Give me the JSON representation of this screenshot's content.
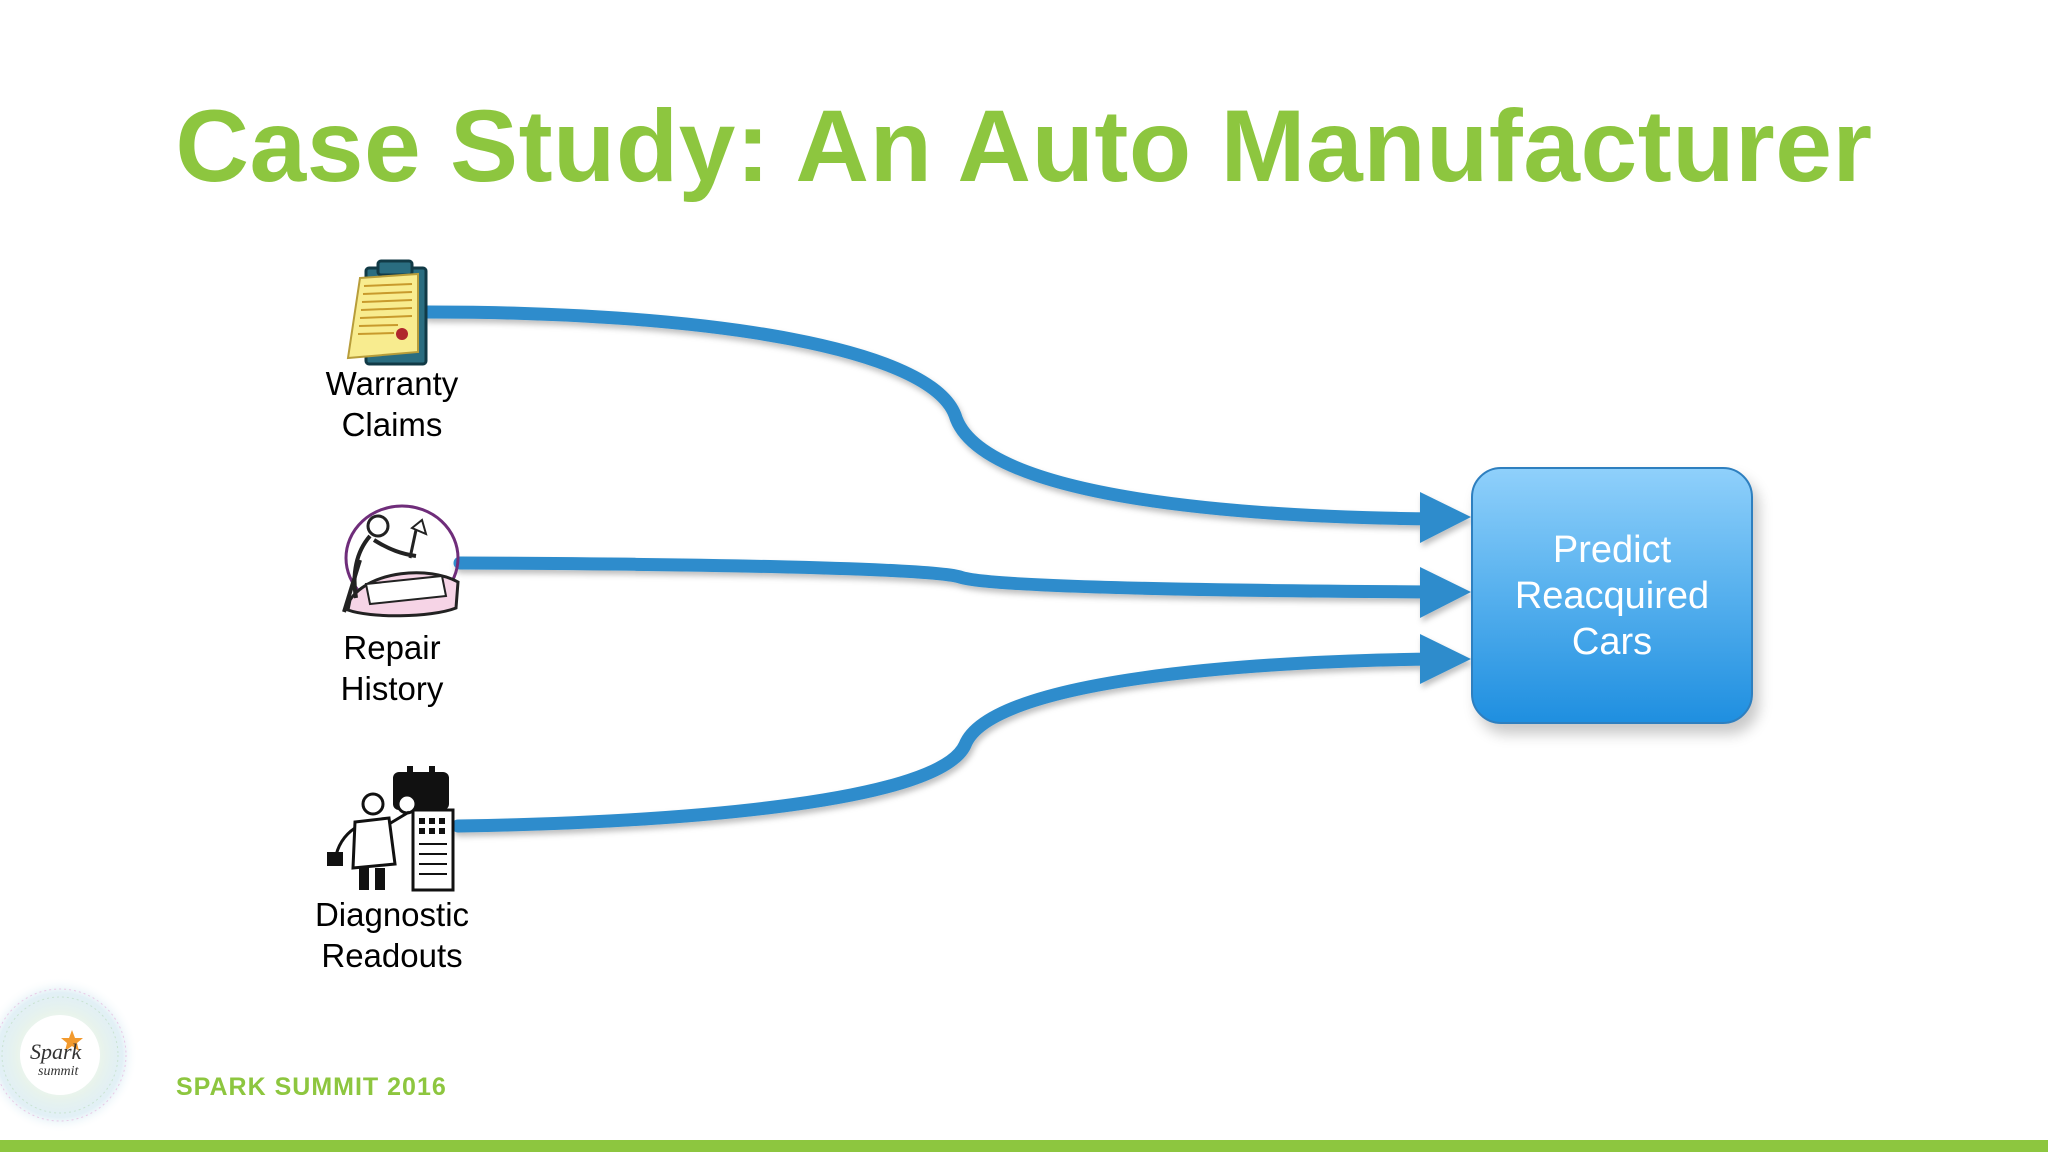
{
  "slide": {
    "title": "Case Study: An Auto Manufacturer"
  },
  "sources": [
    {
      "icon": "clipboard-icon",
      "line1": "Warranty",
      "line2": "Claims"
    },
    {
      "icon": "mechanic-repair-icon",
      "line1": "Repair",
      "line2": "History"
    },
    {
      "icon": "doctor-diagnostic-icon",
      "line1": "Diagnostic",
      "line2": "Readouts"
    }
  ],
  "target": {
    "line1": "Predict",
    "line2": "Reacquired",
    "line3": "Cars"
  },
  "footer": {
    "logo_word1": "Spark",
    "logo_word2": "summit",
    "event": "SPARK SUMMIT 2016"
  },
  "colors": {
    "title": "#8dc63f",
    "arrow": "#2e8ccc",
    "box_top": "#8fd0fb",
    "box_bottom": "#1f8fe0",
    "accent_bar": "#8dc63f"
  }
}
